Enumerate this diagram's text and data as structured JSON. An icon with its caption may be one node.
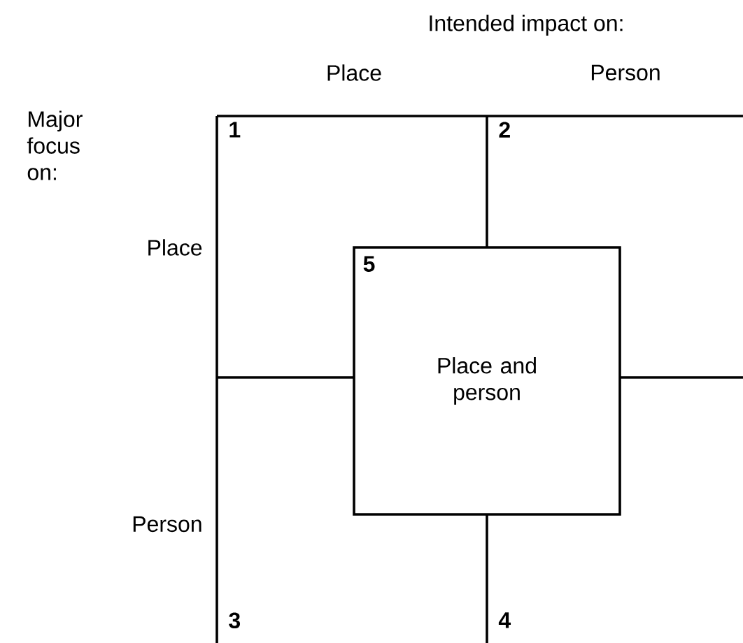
{
  "diagram": {
    "nodes": [
      {
        "text": [
          "1"
        ]
      },
      {
        "text": [
          "2"
        ]
      },
      {
        "text": [
          "3"
        ]
      },
      {
        "text": [
          "4"
        ]
      },
      {
        "text": [
          "5",
          "Place and person"
        ]
      }
    ],
    "labels": [
      "Intended impact on:",
      "Place",
      "Person",
      "Major focus on:",
      "Place",
      "Person"
    ]
  }
}
